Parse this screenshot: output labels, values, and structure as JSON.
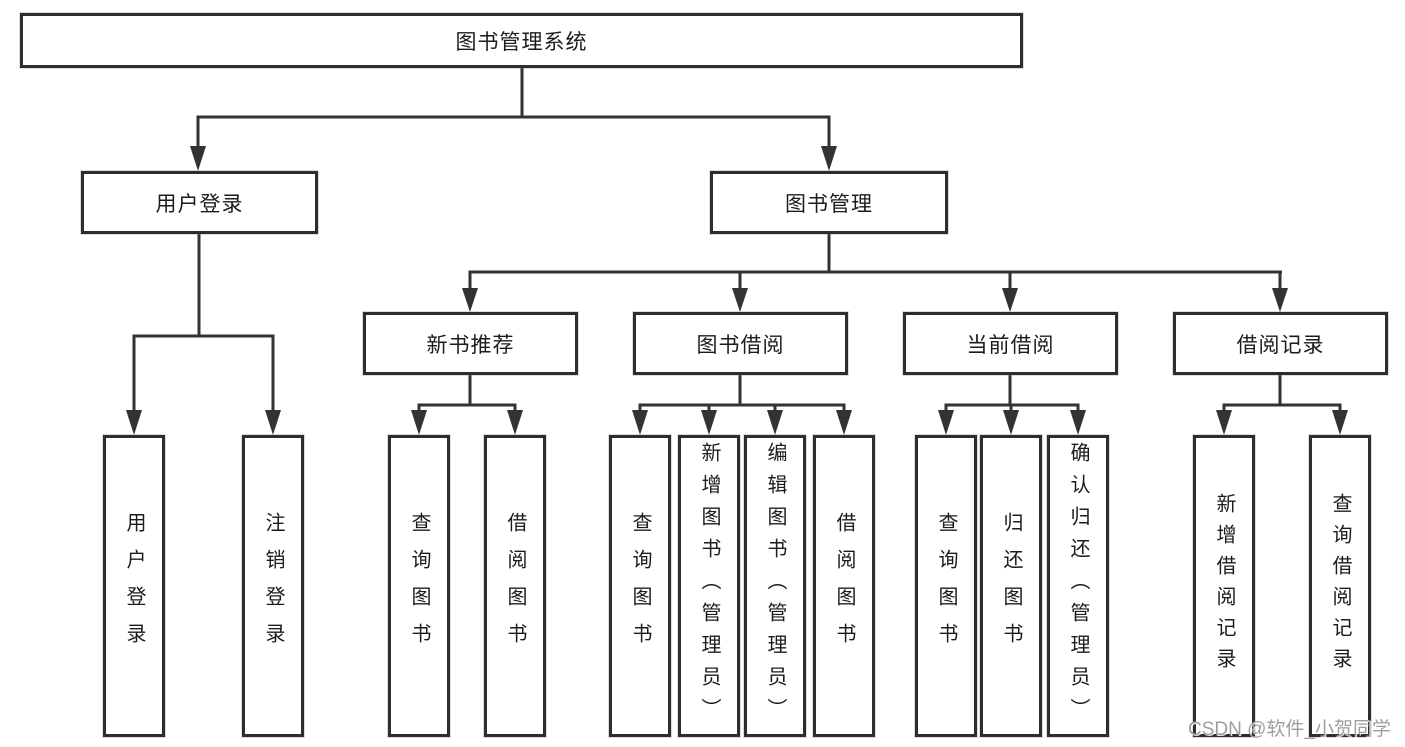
{
  "diagram": {
    "root": {
      "label": "图书管理系统"
    },
    "level2": [
      {
        "label": "用户登录"
      },
      {
        "label": "图书管理"
      }
    ],
    "level3": [
      {
        "label": "新书推荐"
      },
      {
        "label": "图书借阅"
      },
      {
        "label": "当前借阅"
      },
      {
        "label": "借阅记录"
      }
    ],
    "leaves": {
      "user_login": [
        {
          "label": "用户登录"
        },
        {
          "label": "注销登录"
        }
      ],
      "new_book_recommend": [
        {
          "label": "查询图书"
        },
        {
          "label": "借阅图书"
        }
      ],
      "book_borrowing": [
        {
          "label": "查询图书"
        },
        {
          "label": "新增图书（管理员）"
        },
        {
          "label": "编辑图书（管理员）"
        },
        {
          "label": "借阅图书"
        }
      ],
      "current_borrowing": [
        {
          "label": "查询图书"
        },
        {
          "label": "归还图书"
        },
        {
          "label": "确认归还（管理员）"
        }
      ],
      "borrowing_records": [
        {
          "label": "新增借阅记录"
        },
        {
          "label": "查询借阅记录"
        }
      ]
    },
    "colors": {
      "line": "#333333",
      "box_border": "#2d2d2d",
      "text": "#1c1c1c",
      "background": "#ffffff",
      "watermark": "#9e9e9e"
    }
  },
  "watermark": {
    "text": "CSDN @软件_小贺同学"
  }
}
